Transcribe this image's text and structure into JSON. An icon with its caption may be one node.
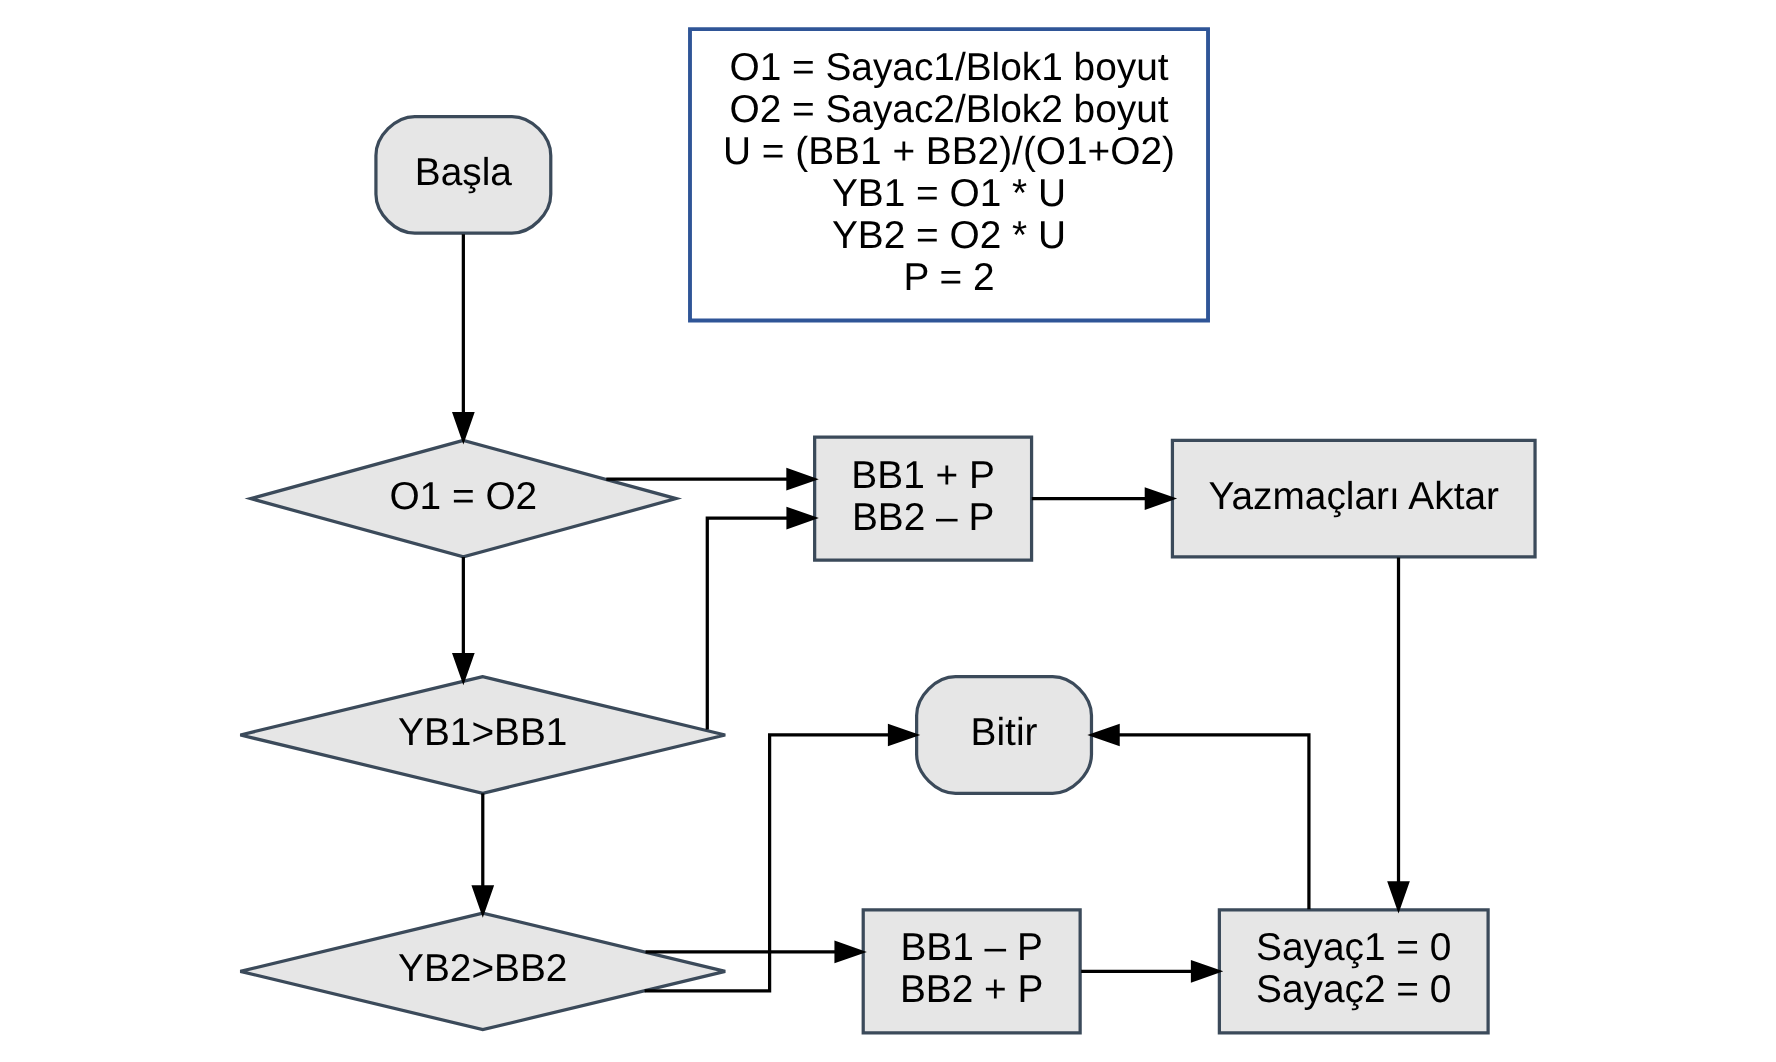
{
  "diagram": {
    "nodes": [
      {
        "text": [
          "Başla"
        ]
      },
      {
        "text": [
          "O1 = O2"
        ]
      },
      {
        "text": [
          "BB1 + P",
          "BB2 – P"
        ]
      },
      {
        "text": [
          "Yazmaçları Aktar"
        ]
      },
      {
        "text": [
          "YB1>BB1"
        ]
      },
      {
        "text": [
          "YB2>BB2"
        ]
      },
      {
        "text": [
          "BB1 – P",
          "BB2 + P"
        ]
      },
      {
        "text": [
          "Sayaç1 = 0",
          "Sayaç2 = 0"
        ]
      },
      {
        "text": [
          "Bitir"
        ]
      },
      {
        "text": [
          "O1 = Sayac1/Blok1 boyut",
          "O2 = Sayac2/Blok2 boyut",
          "U = (BB1 + BB2)/(O1+O2)",
          "YB1 = O1 * U",
          "YB2 = O2 * U",
          "P = 2"
        ]
      }
    ],
    "edges": [
      {
        "from": 0,
        "to": 1,
        "arrow": "to"
      },
      {
        "from": 1,
        "to": 2,
        "arrow": "to"
      },
      {
        "from": 2,
        "to": 3,
        "arrow": "to"
      },
      {
        "from": 1,
        "to": 4,
        "arrow": "to"
      },
      {
        "from": 4,
        "to": 2,
        "arrow": "to"
      },
      {
        "from": 4,
        "to": 5,
        "arrow": "to"
      },
      {
        "from": 5,
        "to": 6,
        "arrow": "to"
      },
      {
        "from": 6,
        "to": 7,
        "arrow": "to"
      },
      {
        "from": 3,
        "to": 7,
        "arrow": "to"
      },
      {
        "from": 7,
        "to": 8,
        "arrow": "to"
      },
      {
        "from": 5,
        "to": 8,
        "arrow": "to"
      }
    ]
  }
}
